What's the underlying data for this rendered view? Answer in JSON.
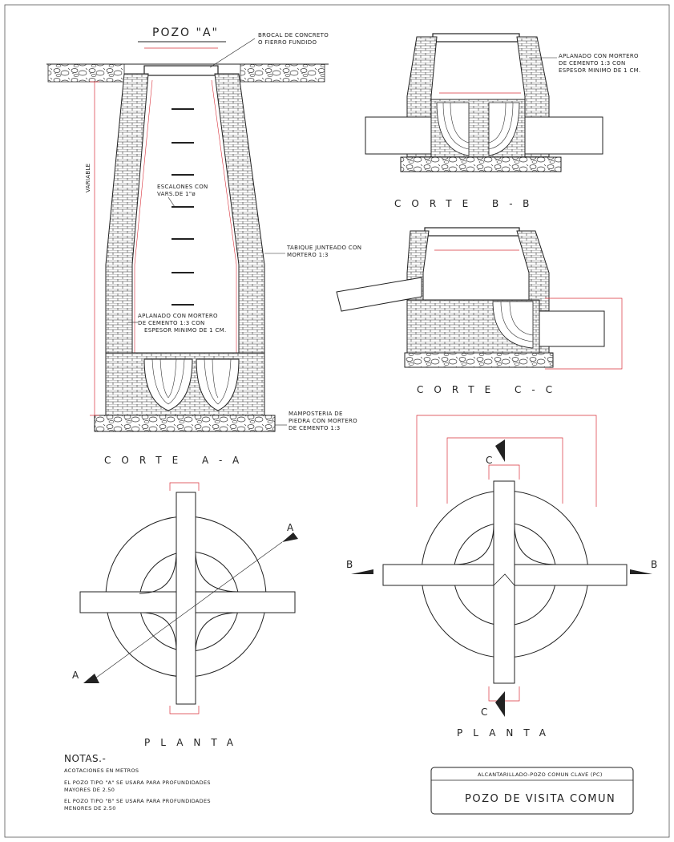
{
  "labels": {
    "pozo_a": "POZO \"A\"",
    "brocal_1": "BROCAL DE CONCRETO",
    "brocal_2": "O FIERRO FUNDIDO",
    "variable": "VARIABLE",
    "escalones_1": "ESCALONES CON",
    "escalones_2": "VARS.DE 1\"ø",
    "aplanado_a_1": "APLANADO CON MORTERO",
    "aplanado_a_2": "DE CEMENTO 1:3 CON",
    "aplanado_a_3": "ESPESOR MINIMO DE 1 CM.",
    "aplanado_b_1": "APLANADO CON MORTERO",
    "aplanado_b_2": "DE CEMENTO 1:3 CON",
    "aplanado_b_3": "ESPESOR MINIMO DE 1 CM.",
    "tabique_1": "TABIQUE JUNTEADO CON",
    "tabique_2": "MORTERO 1:3",
    "mamposteria_1": "MAMPOSTERIA DE",
    "mamposteria_2": "PIEDRA CON MORTERO",
    "mamposteria_3": "DE CEMENTO 1:3",
    "corte_aa": "CORTE A-A",
    "corte_bb": "CORTE B-B",
    "corte_cc": "CORTE C-C",
    "planta_left": "PLANTA",
    "planta_right": "PLANTA",
    "mark_a1": "A",
    "mark_a2": "A",
    "mark_b1": "B",
    "mark_b2": "B",
    "mark_c1": "C",
    "mark_c2": "C"
  },
  "notes": {
    "heading": "NOTAS.-",
    "line1": "ACOTACIONES EN METROS",
    "line2": "EL POZO TIPO \"A\" SE USARA PARA PROFUNDIDADES",
    "line3": "MAYORES DE 2.50",
    "line4": "EL POZO TIPO \"B\" SE USARA PARA PROFUNDIDADES",
    "line5": "MENORES DE 2.50"
  },
  "title_block": {
    "subtitle": "ALCANTARILLADO-POZO COMUN CLAVE (PC)",
    "title": "POZO DE VISITA COMUN"
  },
  "colors": {
    "line": "#2a2a2a",
    "red": "#d9303a",
    "paper": "#ffffff"
  }
}
